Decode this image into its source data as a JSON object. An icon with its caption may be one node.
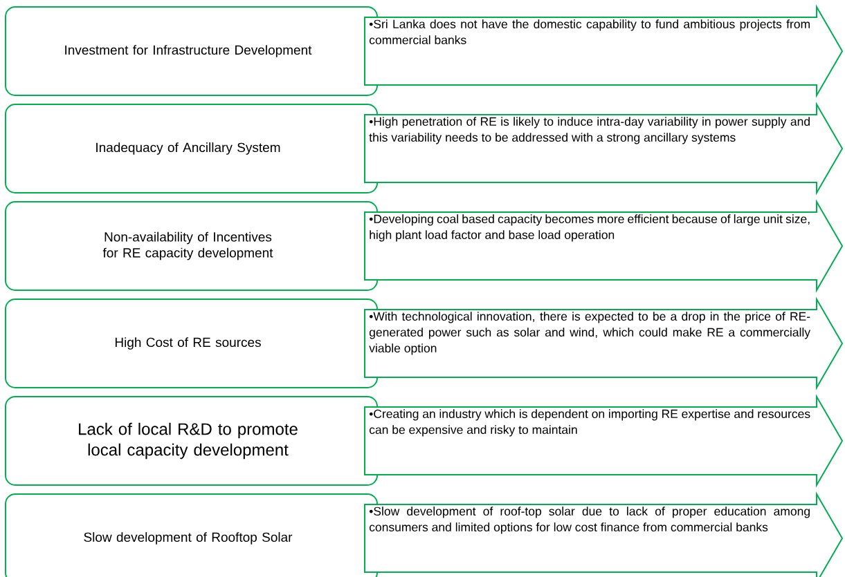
{
  "diagram": {
    "nodes": [
      {
        "text": [
          "Investment for Infrastructure Development"
        ]
      },
      {
        "text": [
          "•Sri Lanka does not have the domestic capability to fund ambitious projects from commercial banks"
        ]
      },
      {
        "text": [
          "Inadequacy of Ancillary System"
        ]
      },
      {
        "text": [
          "•High penetration of RE is likely to induce intra-day variability in power supply and this variability needs to be addressed with a strong ancillary systems"
        ]
      },
      {
        "text": [
          "Non-availability of Incentives for RE capacity development"
        ]
      },
      {
        "text": [
          "•Developing coal based capacity becomes more efficient because of large unit size, high plant load factor and base load operation"
        ]
      },
      {
        "text": [
          "High Cost of RE sources"
        ]
      },
      {
        "text": [
          "•With technological innovation, there is expected to be a drop in the price of RE-generated power such as solar and wind, which could make RE a commercially viable option"
        ]
      },
      {
        "text": [
          "Lack of local R&D to promote local capacity development"
        ]
      },
      {
        "text": [
          "•Creating an industry which is dependent on importing RE expertise and resources can be expensive and risky to maintain"
        ]
      },
      {
        "text": [
          "Slow development of Rooftop Solar"
        ]
      },
      {
        "text": [
          "•Slow development of roof-top solar due to lack of proper education among consumers and limited options for low cost finance from commercial banks"
        ]
      }
    ]
  }
}
